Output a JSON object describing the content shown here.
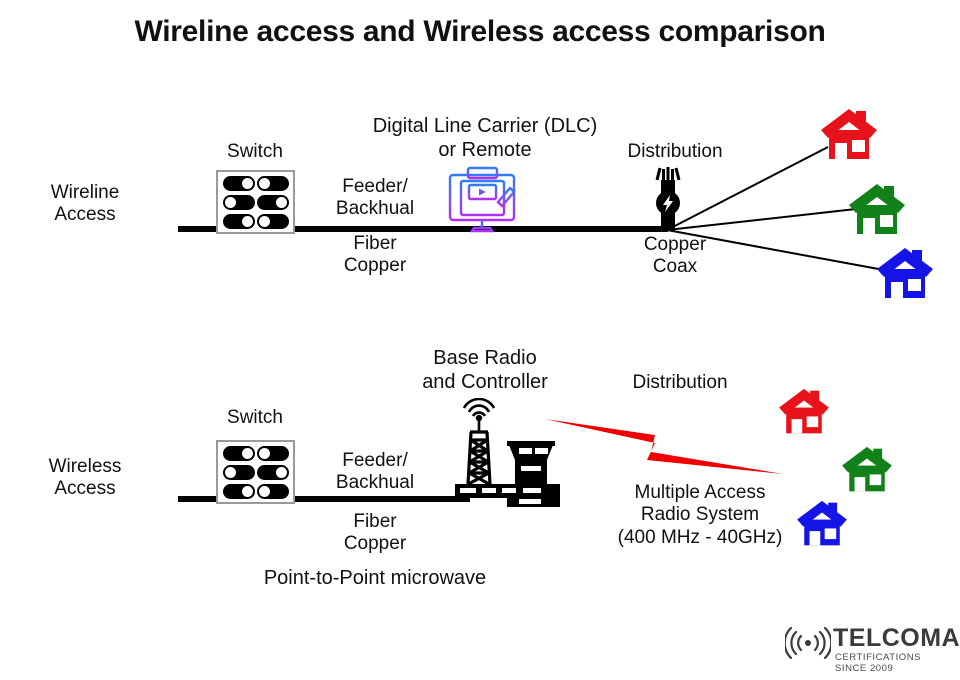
{
  "title": "Wireline access and Wireless access comparison",
  "rows": {
    "wireline": {
      "row_label": "Wireline\nAccess",
      "switch_label": "Switch",
      "node_label": "Digital Line Carrier (DLC)\nor Remote",
      "feeder_label": "Feeder/\nBackhual",
      "media_label": "Fiber\nCopper",
      "distribution_label": "Distribution",
      "drop_label": "Copper\nCoax"
    },
    "wireless": {
      "row_label": "Wireless\nAccess",
      "switch_label": "Switch",
      "node_label": "Base Radio\nand Controller",
      "feeder_label": "Feeder/\nBackhual",
      "media_label": "Fiber\nCopper",
      "backhaul_note": "Point-to-Point microwave",
      "distribution_label": "Distribution",
      "air_interface_label": "Multiple Access\nRadio System\n(400 MHz - 40GHz)"
    }
  },
  "icons": {
    "switch": "network-switch-icon",
    "dlc": "monitor-media-editor-icon",
    "distribution_pole": "utility-pole-transformer-icon",
    "radio_tower": "radio-tower-controller-icon",
    "lightning": "red-lightning-bolt-icon",
    "house": "house-icon",
    "logo_signal": "signal-waves-icon"
  },
  "houses": {
    "wireline": [
      {
        "color": "#e8121a",
        "name": "house-red"
      },
      {
        "color": "#12811a",
        "name": "house-green"
      },
      {
        "color": "#1414e6",
        "name": "house-blue"
      }
    ],
    "wireless": [
      {
        "color": "#e8121a",
        "name": "house-red"
      },
      {
        "color": "#12811a",
        "name": "house-green"
      },
      {
        "color": "#1414e6",
        "name": "house-blue"
      }
    ]
  },
  "colors": {
    "red": "#e8121a",
    "green": "#12811a",
    "blue": "#1414e6",
    "dlc_top": "#2f7ef5",
    "dlc_bottom": "#b42ff5",
    "line": "#000000",
    "logo_gray": "#3b3b3b"
  },
  "logo": {
    "wordmark": "TELCOMA",
    "tagline": "CERTIFICATIONS SINCE 2009"
  }
}
